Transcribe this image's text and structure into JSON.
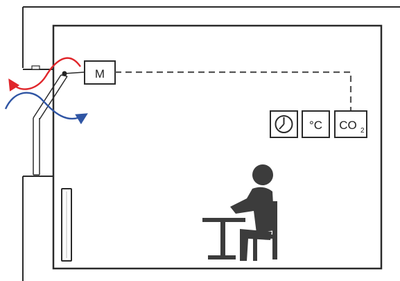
{
  "motor": {
    "label": "M"
  },
  "sensors": {
    "clock": {
      "icon": "clock-icon"
    },
    "temperature": {
      "label": "°C"
    },
    "co2": {
      "label": "CO",
      "subscript": "2"
    }
  },
  "airflow": {
    "exhaust_color": "#e0262b",
    "supply_color": "#2f55a4"
  },
  "colors": {
    "wall": "#2a2a2a",
    "occupant": "#3c3c3c",
    "control_line": "#555555"
  }
}
